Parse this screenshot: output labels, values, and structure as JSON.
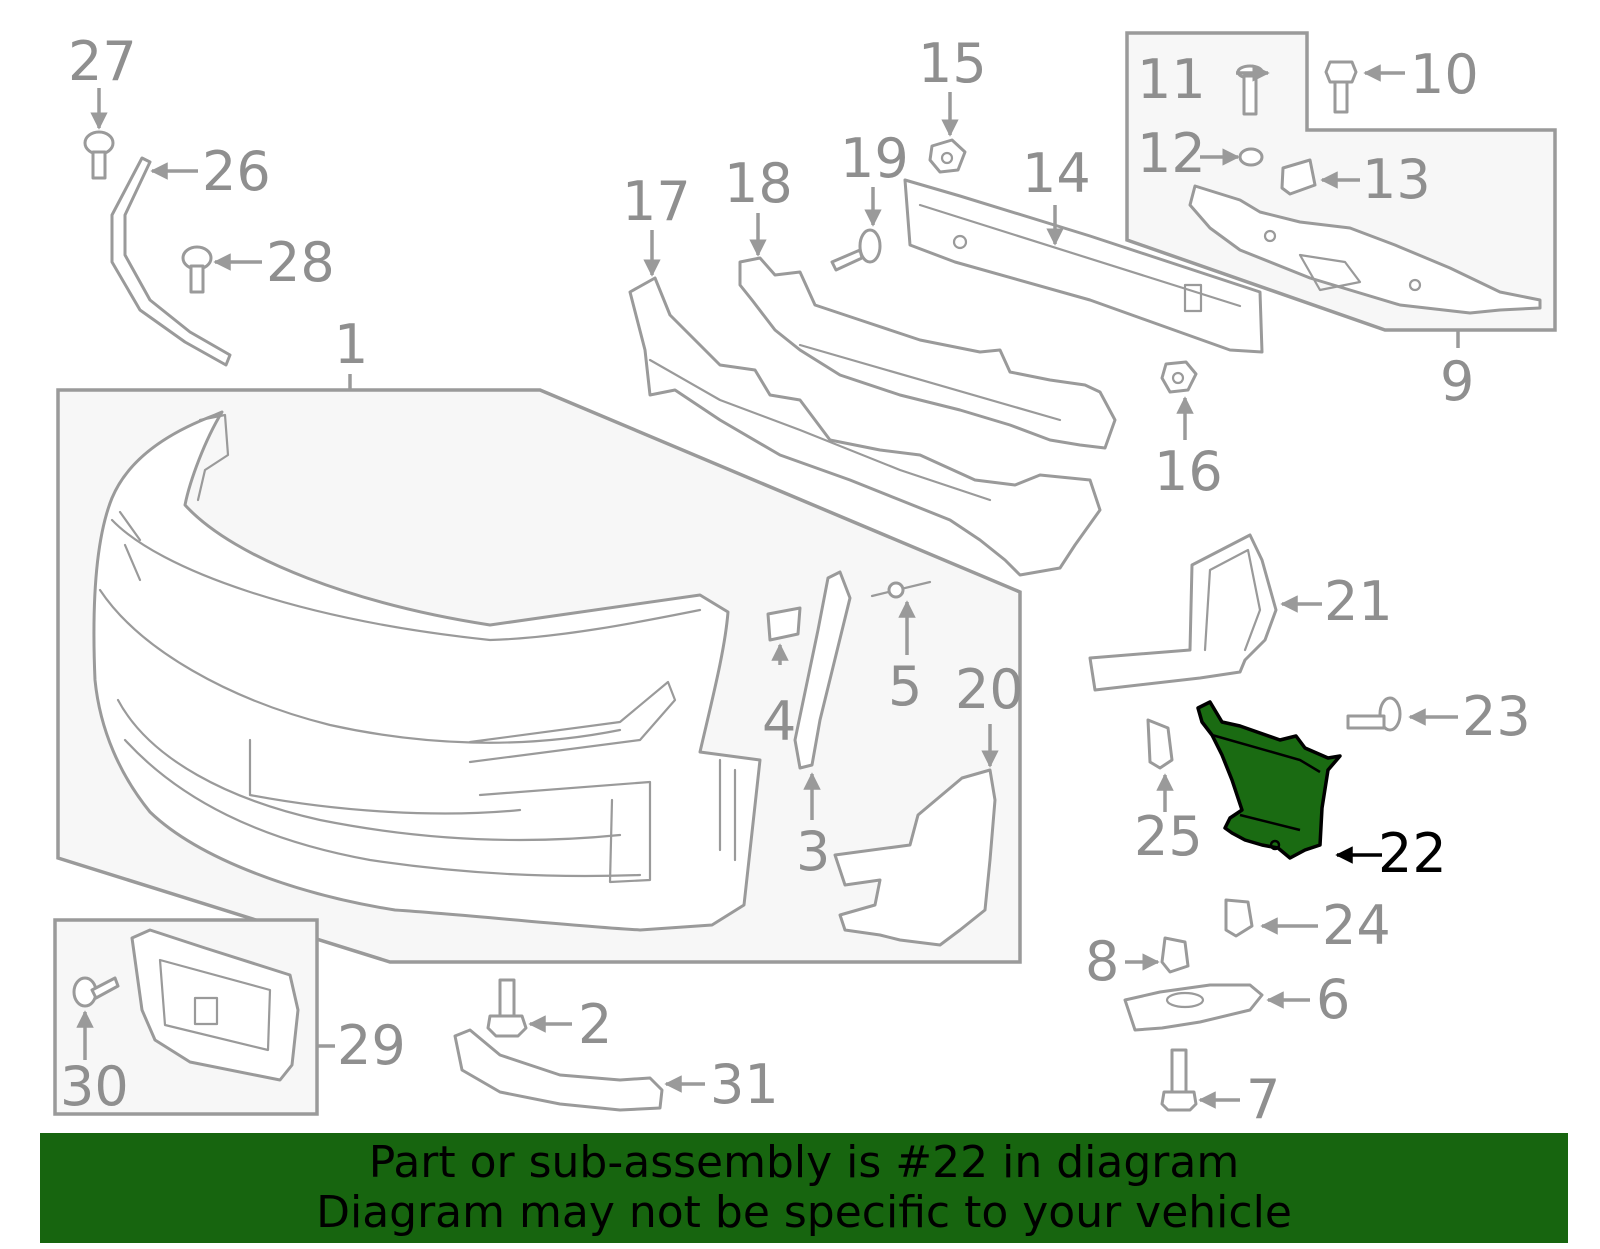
{
  "highlight": {
    "part_number": "22",
    "color": "#17650f"
  },
  "callouts": [
    {
      "id": "c1",
      "label": "1"
    },
    {
      "id": "c2",
      "label": "2"
    },
    {
      "id": "c3",
      "label": "3"
    },
    {
      "id": "c4",
      "label": "4"
    },
    {
      "id": "c5",
      "label": "5"
    },
    {
      "id": "c6",
      "label": "6"
    },
    {
      "id": "c7",
      "label": "7"
    },
    {
      "id": "c8",
      "label": "8"
    },
    {
      "id": "c9",
      "label": "9"
    },
    {
      "id": "c10",
      "label": "10"
    },
    {
      "id": "c11",
      "label": "11"
    },
    {
      "id": "c12",
      "label": "12"
    },
    {
      "id": "c13",
      "label": "13"
    },
    {
      "id": "c14",
      "label": "14"
    },
    {
      "id": "c15",
      "label": "15"
    },
    {
      "id": "c16",
      "label": "16"
    },
    {
      "id": "c17",
      "label": "17"
    },
    {
      "id": "c18",
      "label": "18"
    },
    {
      "id": "c19",
      "label": "19"
    },
    {
      "id": "c20",
      "label": "20"
    },
    {
      "id": "c21",
      "label": "21"
    },
    {
      "id": "c22",
      "label": "22"
    },
    {
      "id": "c23",
      "label": "23"
    },
    {
      "id": "c24",
      "label": "24"
    },
    {
      "id": "c25",
      "label": "25"
    },
    {
      "id": "c26",
      "label": "26"
    },
    {
      "id": "c27",
      "label": "27"
    },
    {
      "id": "c28",
      "label": "28"
    },
    {
      "id": "c29",
      "label": "29"
    },
    {
      "id": "c30",
      "label": "30"
    },
    {
      "id": "c31",
      "label": "31"
    }
  ],
  "banner": {
    "line1": "Part or sub-assembly is #22 in diagram",
    "line2": "Diagram may not be specific to your vehicle"
  }
}
